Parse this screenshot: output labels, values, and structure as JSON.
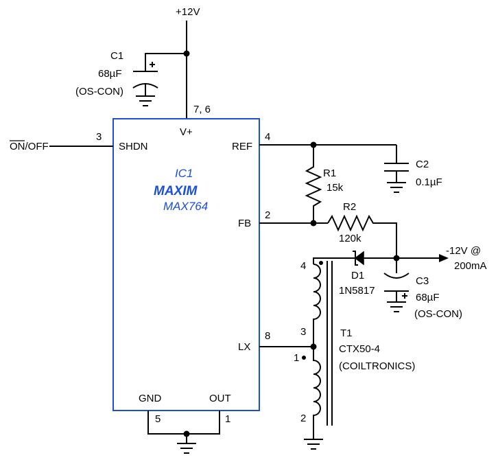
{
  "supply": {
    "label": "+12V"
  },
  "c1": {
    "name": "C1",
    "value": "68µF",
    "type": "(OS-CON)"
  },
  "ic": {
    "ref": "IC1",
    "brand": "MAXIM",
    "part": "MAX764",
    "pins": {
      "vplus": "V+",
      "vplus_num": "7, 6",
      "shdn": "SHDN",
      "shdn_num": "3",
      "ref": "REF",
      "ref_num": "4",
      "fb": "FB",
      "fb_num": "2",
      "lx": "LX",
      "lx_num": "8",
      "gnd": "GND",
      "gnd_num": "5",
      "out": "OUT",
      "out_num": "1"
    }
  },
  "onoff": {
    "label": "ON/OFF"
  },
  "c2": {
    "name": "C2",
    "value": "0.1µF"
  },
  "r1": {
    "name": "R1",
    "value": "15k"
  },
  "r2": {
    "name": "R2",
    "value": "120k"
  },
  "d1": {
    "name": "D1",
    "part": "1N5817"
  },
  "output": {
    "line1": "-12V @",
    "line2": "200mA"
  },
  "c3": {
    "name": "C3",
    "value": "68µF",
    "type": "(OS-CON)"
  },
  "t1": {
    "name": "T1",
    "part": "CTX50-4",
    "maker": "(COILTRONICS)",
    "pin4": "4",
    "pin3": "3",
    "pin1": "1",
    "pin2": "2"
  }
}
